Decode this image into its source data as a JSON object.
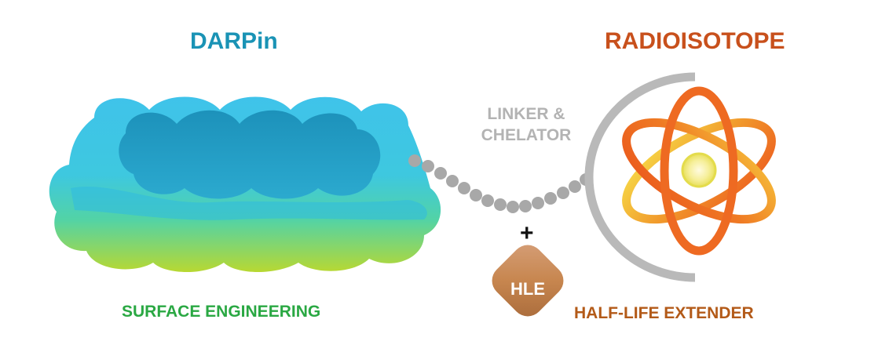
{
  "titles": {
    "darpin": "DARPin",
    "radioisotope": "RADIOISOTOPE"
  },
  "labels": {
    "linker_line1": "LINKER &",
    "linker_line2": "CHELATOR",
    "surface": "SURFACE ENGINEERING",
    "hle_caption": "HALF-LIFE EXTENDER",
    "hle_badge": "HLE",
    "plus": "+"
  },
  "colors": {
    "darpin_title": "#1a93b5",
    "radioisotope_title": "#c8501c",
    "linker_text": "#b3b3b3",
    "surface_text": "#2aa843",
    "hle_caption_text": "#b35a18",
    "linker_dots": "#a8a8a8",
    "shield_arc": "#b9b9b9",
    "hle_badge_fill": "#c98a5a",
    "darpin_top": "#3fc3ea",
    "darpin_bottom": "#a8d83a",
    "atom_orange": "#ef6a22",
    "atom_yellow": "#f5d23c"
  },
  "icons": {
    "darpin": "darpin-protein-icon",
    "atom": "atom-icon",
    "shield": "shield-arc-icon",
    "linker": "linker-chain-icon",
    "hle": "hle-diamond-icon"
  }
}
